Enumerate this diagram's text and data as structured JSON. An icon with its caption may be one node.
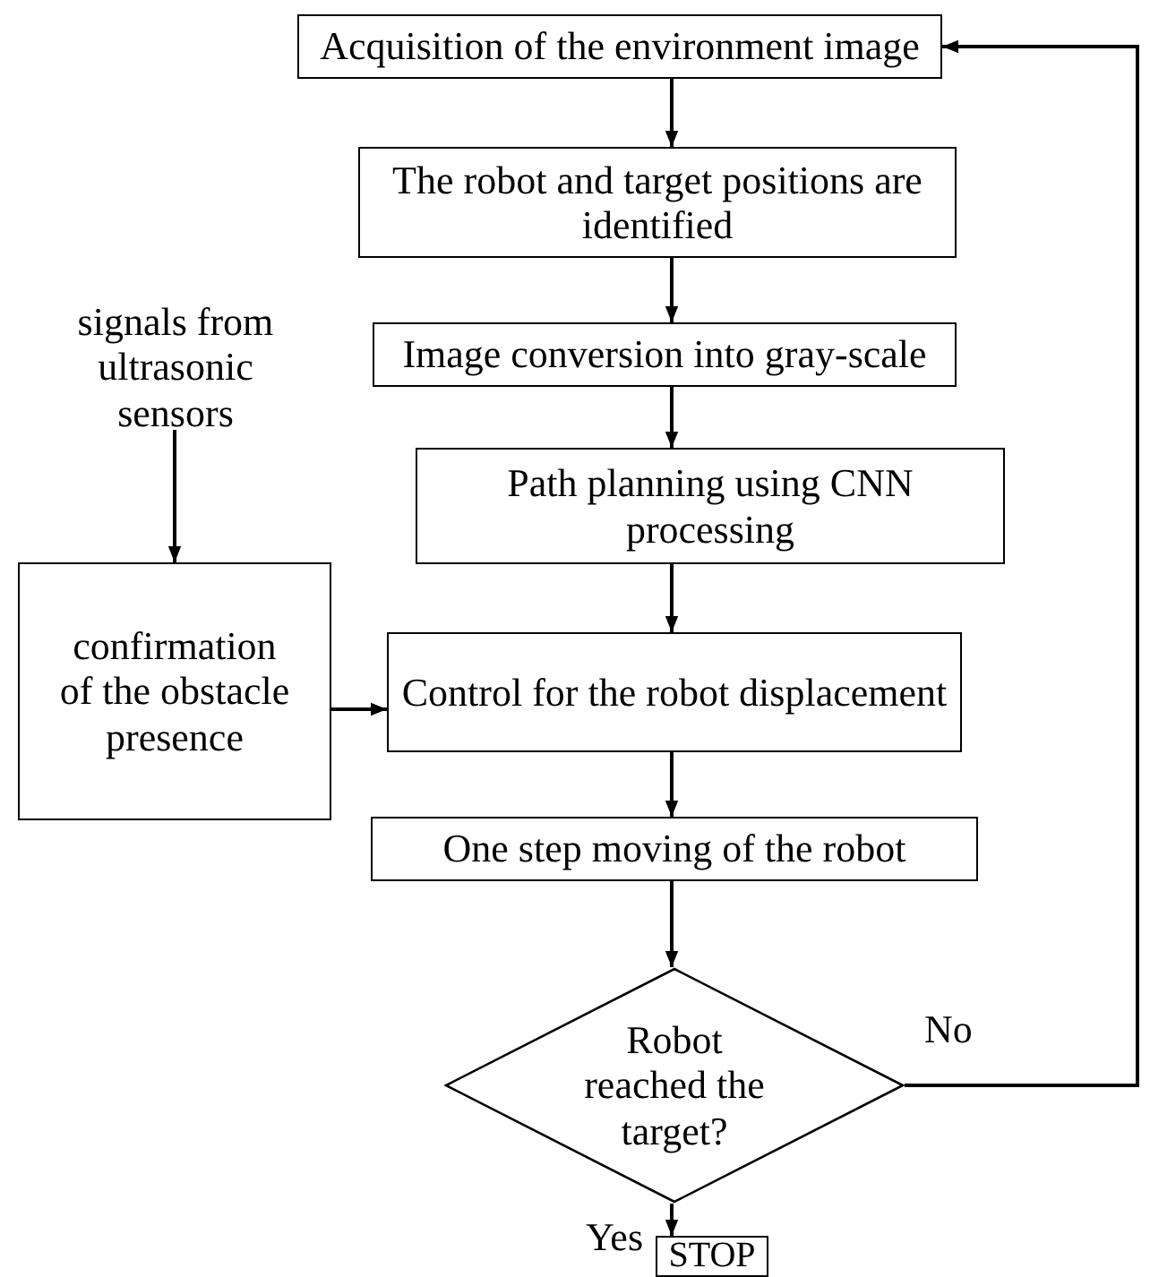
{
  "diagram": {
    "nodes": [
      {
        "text": [
          "Acquisition of the environment image"
        ]
      },
      {
        "text": [
          "The robot and target positions are identified"
        ]
      },
      {
        "text": [
          "Image conversion into gray-scale"
        ]
      },
      {
        "text": [
          "Path planning using CNN processing"
        ]
      },
      {
        "text": [
          "signals from ultrasonic sensors"
        ]
      },
      {
        "text": [
          "confirmation of the obstacle presence"
        ]
      },
      {
        "text": [
          "Control for the robot displacement"
        ]
      },
      {
        "text": [
          "One step moving of the robot"
        ]
      },
      {
        "text": [
          "Robot reached the target?"
        ]
      },
      {
        "text": [
          "STOP"
        ]
      }
    ],
    "edges": [
      {
        "from": 0,
        "to": 1,
        "arrow": "to"
      },
      {
        "from": 1,
        "to": 2,
        "arrow": "to"
      },
      {
        "from": 2,
        "to": 3,
        "arrow": "to"
      },
      {
        "from": 3,
        "to": 6,
        "arrow": "to"
      },
      {
        "from": 4,
        "to": 5,
        "arrow": "to"
      },
      {
        "from": 5,
        "to": 6,
        "arrow": "to"
      },
      {
        "from": 6,
        "to": 7,
        "arrow": "to"
      },
      {
        "from": 7,
        "to": 8,
        "arrow": "to"
      },
      {
        "from": 8,
        "to": 9,
        "arrow": "to",
        "label": "Yes"
      },
      {
        "from": 8,
        "to": 0,
        "arrow": "to",
        "label": "No"
      }
    ]
  }
}
